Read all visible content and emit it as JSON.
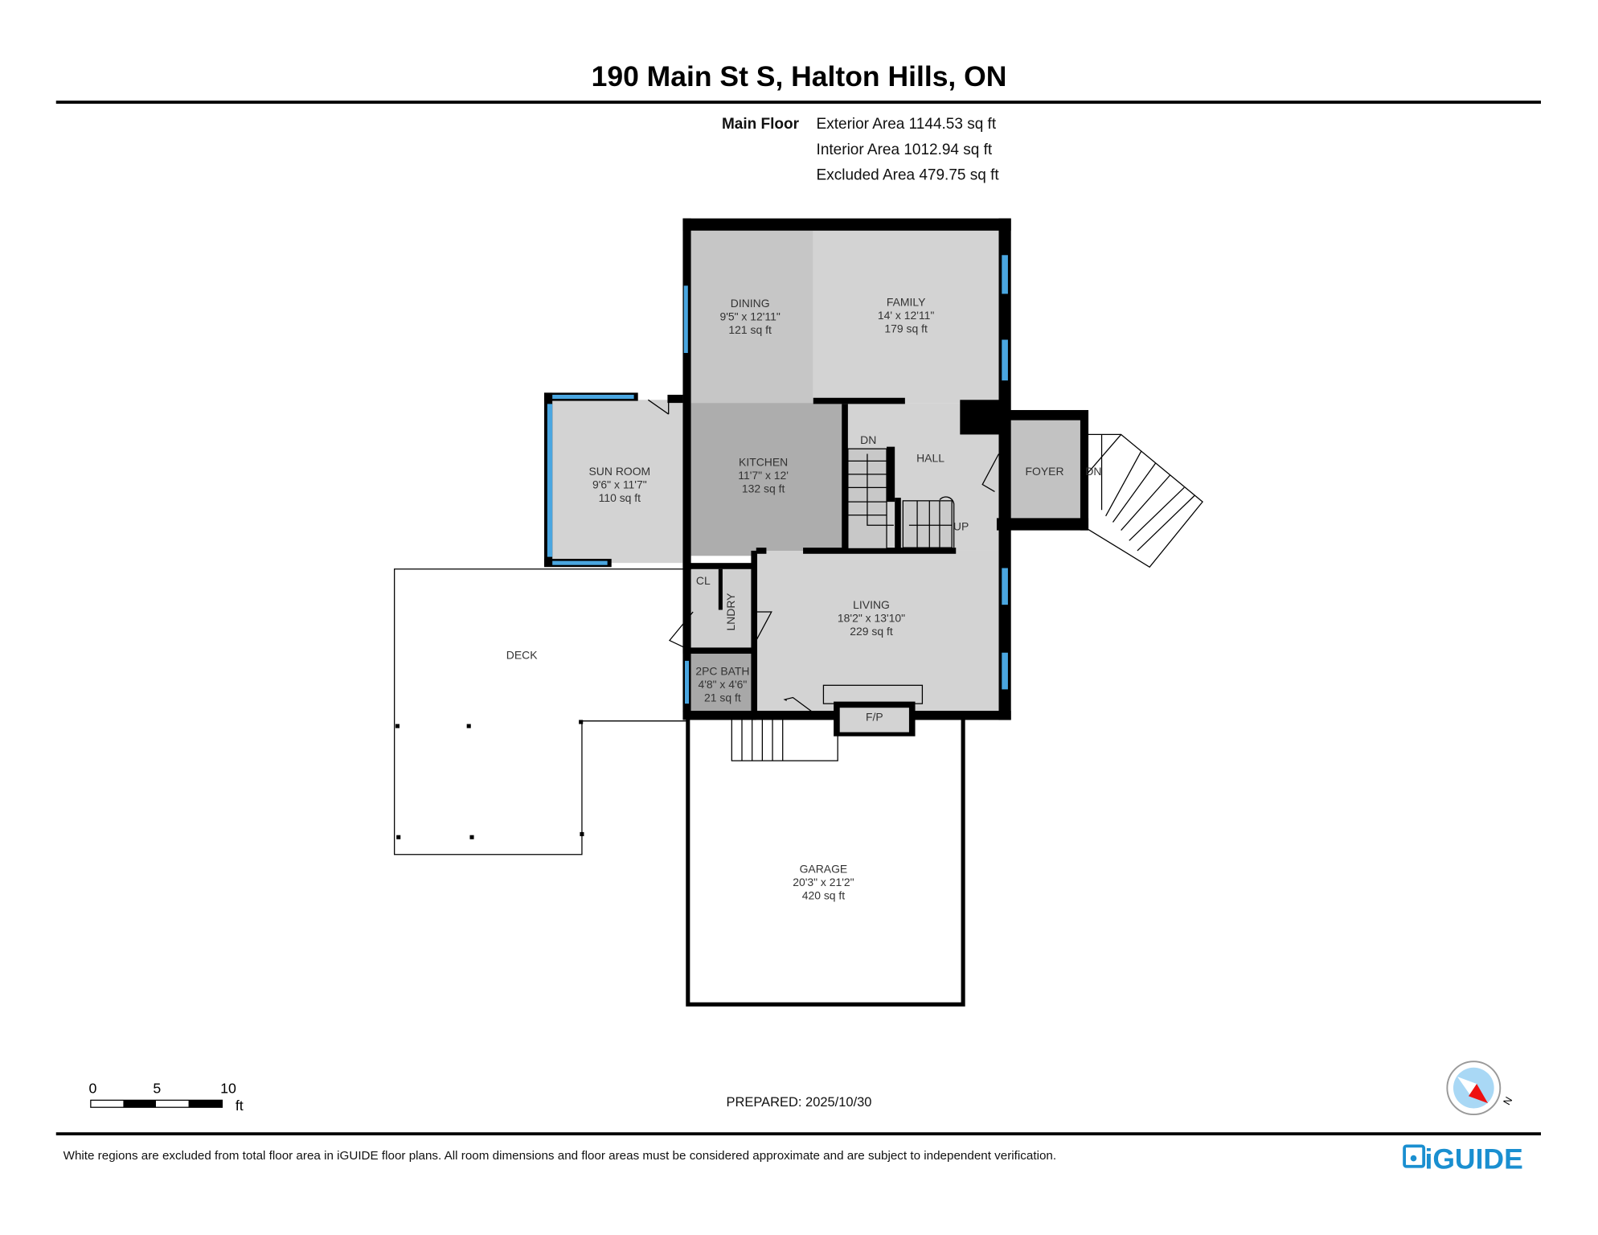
{
  "header": {
    "title": "190 Main St S, Halton Hills, ON"
  },
  "area_summary": {
    "floor": "Main Floor",
    "exterior": "Exterior Area 1144.53 sq ft",
    "interior": "Interior Area 1012.94 sq ft",
    "excluded": "Excluded Area 479.75 sq ft"
  },
  "rooms": {
    "dining": {
      "name": "DINING",
      "dims": "9'5\" x 12'11\"",
      "area": "121 sq ft"
    },
    "family": {
      "name": "FAMILY",
      "dims": "14' x 12'11\"",
      "area": "179 sq ft"
    },
    "kitchen": {
      "name": "KITCHEN",
      "dims": "11'7\" x 12'",
      "area": "132 sq ft"
    },
    "sunroom": {
      "name": "SUN ROOM",
      "dims": "9'6\" x 11'7\"",
      "area": "110 sq ft"
    },
    "living": {
      "name": "LIVING",
      "dims": "18'2\" x 13'10\"",
      "area": "229 sq ft"
    },
    "bath": {
      "name": "2PC BATH",
      "dims": "4'8\" x 4'6\"",
      "area": "21 sq ft"
    },
    "garage": {
      "name": "GARAGE",
      "dims": "20'3\" x 21'2\"",
      "area": "420 sq ft"
    },
    "hall": {
      "name": "HALL"
    },
    "foyer": {
      "name": "FOYER"
    },
    "deck": {
      "name": "DECK"
    },
    "closet": {
      "name": "CL"
    },
    "laundry": {
      "name": "LNDRY"
    },
    "fireplace": {
      "name": "F/P"
    }
  },
  "stair_labels": {
    "down": "DN",
    "up": "UP",
    "foyer_down": "DN"
  },
  "scale_bar": {
    "ticks": [
      "0",
      "5",
      "10"
    ],
    "unit": "ft"
  },
  "prepared": "PREPARED: 2025/10/30",
  "compass": {
    "label": "N"
  },
  "footer": {
    "disclaimer": "White regions are excluded from total floor area in iGUIDE floor plans. All room dimensions and floor areas must be considered approximate and are subject to independent verification.",
    "logo": "iGUIDE"
  },
  "colors": {
    "window": "#4aa6e0",
    "brand": "#1a8fd0",
    "compass_needle": "#ee1111",
    "compass_face": "#a9d8f5"
  }
}
